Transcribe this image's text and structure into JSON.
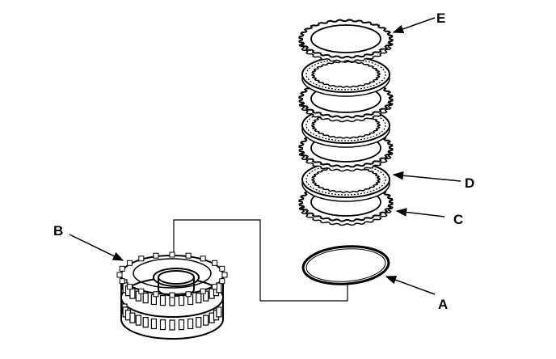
{
  "diagram": {
    "callouts": {
      "a": "A",
      "b": "B",
      "c": "C",
      "d": "D",
      "e": "E"
    },
    "colors": {
      "ink": "#000000",
      "paper": "#ffffff"
    }
  }
}
